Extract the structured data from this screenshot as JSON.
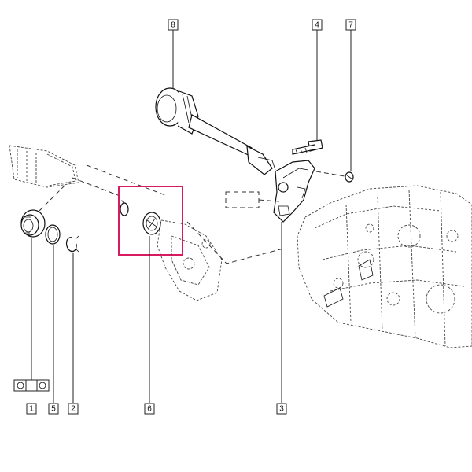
{
  "callouts": [
    {
      "id": "callout-1",
      "label": "1"
    },
    {
      "id": "callout-2",
      "label": "2"
    },
    {
      "id": "callout-3",
      "label": "3"
    },
    {
      "id": "callout-4",
      "label": "4"
    },
    {
      "id": "callout-5",
      "label": "5"
    },
    {
      "id": "callout-6",
      "label": "6"
    },
    {
      "id": "callout-7",
      "label": "7"
    },
    {
      "id": "callout-8",
      "label": "8"
    }
  ],
  "colors": {
    "line": "#111111",
    "highlight": "#d81b60",
    "background": "#ffffff"
  }
}
